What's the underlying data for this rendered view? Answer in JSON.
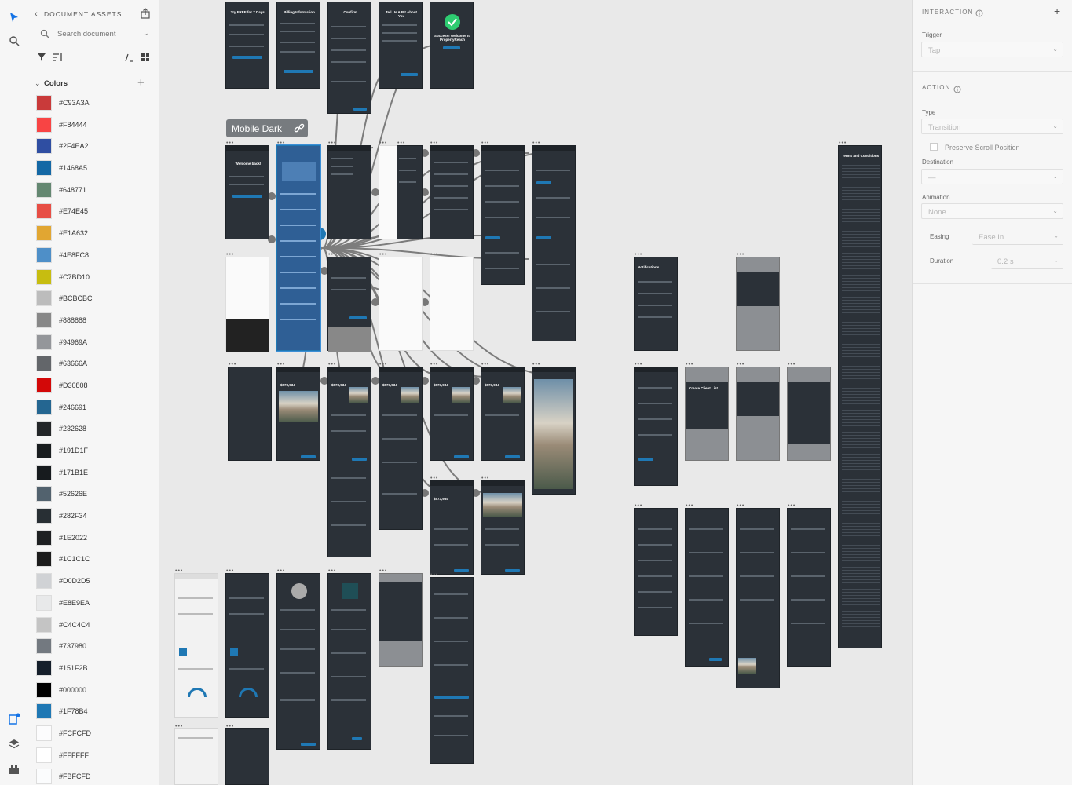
{
  "panel": {
    "title": "DOCUMENT ASSETS",
    "search_placeholder": "Search document",
    "colors_label": "Colors"
  },
  "colors": [
    {
      "hex": "#C93A3A",
      "label": "#C93A3A"
    },
    {
      "hex": "#F84444",
      "label": "#F84444"
    },
    {
      "hex": "#2F4EA2",
      "label": "#2F4EA2"
    },
    {
      "hex": "#1468A5",
      "label": "#1468A5"
    },
    {
      "hex": "#648771",
      "label": "#648771"
    },
    {
      "hex": "#E74E45",
      "label": "#E74E45"
    },
    {
      "hex": "#E1A632",
      "label": "#E1A632"
    },
    {
      "hex": "#4E8FC8",
      "label": "#4E8FC8"
    },
    {
      "hex": "#C7BD10",
      "label": "#C7BD10"
    },
    {
      "hex": "#BCBCBC",
      "label": "#BCBCBC"
    },
    {
      "hex": "#888888",
      "label": "#888888"
    },
    {
      "hex": "#94969A",
      "label": "#94969A"
    },
    {
      "hex": "#63666A",
      "label": "#63666A"
    },
    {
      "hex": "#D30808",
      "label": "#D30808"
    },
    {
      "hex": "#246691",
      "label": "#246691"
    },
    {
      "hex": "#232628",
      "label": "#232628"
    },
    {
      "hex": "#191D1F",
      "label": "#191D1F"
    },
    {
      "hex": "#171B1E",
      "label": "#171B1E"
    },
    {
      "hex": "#52626E",
      "label": "#52626E"
    },
    {
      "hex": "#282F34",
      "label": "#282F34"
    },
    {
      "hex": "#1E2022",
      "label": "#1E2022"
    },
    {
      "hex": "#1C1C1C",
      "label": "#1C1C1C"
    },
    {
      "hex": "#D0D2D5",
      "label": "#D0D2D5"
    },
    {
      "hex": "#E8E9EA",
      "label": "#E8E9EA"
    },
    {
      "hex": "#C4C4C4",
      "label": "#C4C4C4"
    },
    {
      "hex": "#737980",
      "label": "#737980"
    },
    {
      "hex": "#151F2B",
      "label": "#151F2B"
    },
    {
      "hex": "#000000",
      "label": "#000000"
    },
    {
      "hex": "#1F78B4",
      "label": "#1F78B4"
    },
    {
      "hex": "#FCFCFD",
      "label": "#FCFCFD"
    },
    {
      "hex": "#FFFFFF",
      "label": "#FFFFFF"
    },
    {
      "hex": "#FBFCFD",
      "label": "#FBFCFD"
    }
  ],
  "canvas": {
    "selected_artboard_label": "Mobile Dark"
  },
  "inspector": {
    "interaction_label": "INTERACTION",
    "trigger_label": "Trigger",
    "trigger_value": "Tap",
    "action_label": "ACTION",
    "type_label": "Type",
    "type_value": "Transition",
    "preserve_scroll_label": "Preserve Scroll Position",
    "destination_label": "Destination",
    "destination_value": "—",
    "animation_label": "Animation",
    "animation_value": "None",
    "easing_label": "Easing",
    "easing_value": "Ease In",
    "duration_label": "Duration",
    "duration_value": "0.2 s"
  },
  "artboard_texts": {
    "trial": "Try FREE for 7 Days!",
    "billing": "Billing Information",
    "confirm": "Confirm",
    "tell": "Tell Us A Bit About You",
    "success": "Success! Welcome to PropertyReach",
    "welcome": "Welcome back!",
    "terms": "Terms and Conditions",
    "notifications": "Notifications",
    "create_list": "Create Client List",
    "price": "$573,934"
  },
  "accent": "#1F78B4"
}
